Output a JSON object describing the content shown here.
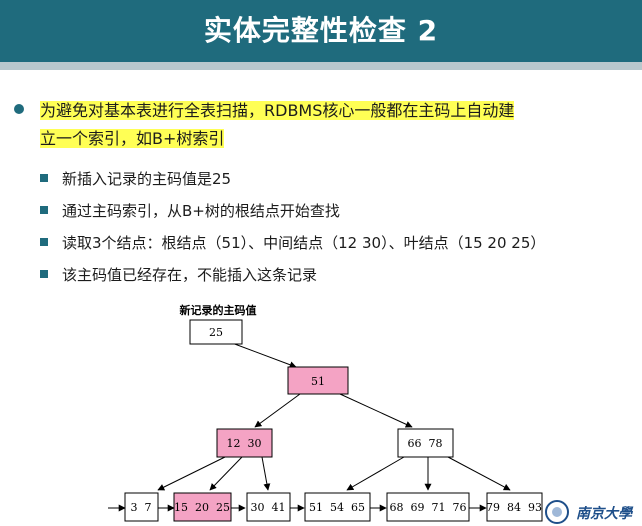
{
  "header": {
    "title": "实体完整性检查 2"
  },
  "content": {
    "main_line1": "为避免对基本表进行全表扫描，RDBMS核心一般都在主码上自动建",
    "main_line2": "立一个索引，如B+树索引",
    "subs": [
      "新插入记录的主码值是25",
      "通过主码索引，从B+树的根结点开始查找",
      "读取3个结点：根结点（51）、中间结点（12 30）、叶结点（15 20 25）",
      "该主码值已经存在，不能插入这条记录"
    ]
  },
  "figure": {
    "caption": "新记录的主码值",
    "new_key": "25",
    "root": "51",
    "internal_left": "12  30",
    "internal_right": "66  78",
    "leaves": [
      "3  7",
      "15  20  25",
      "30  41",
      "51  54  65",
      "68  69  71  76",
      "79  84  93"
    ],
    "highlight_color": "#f4a3c4"
  },
  "logo": {
    "name": "南京大学",
    "text": "南京大學"
  }
}
